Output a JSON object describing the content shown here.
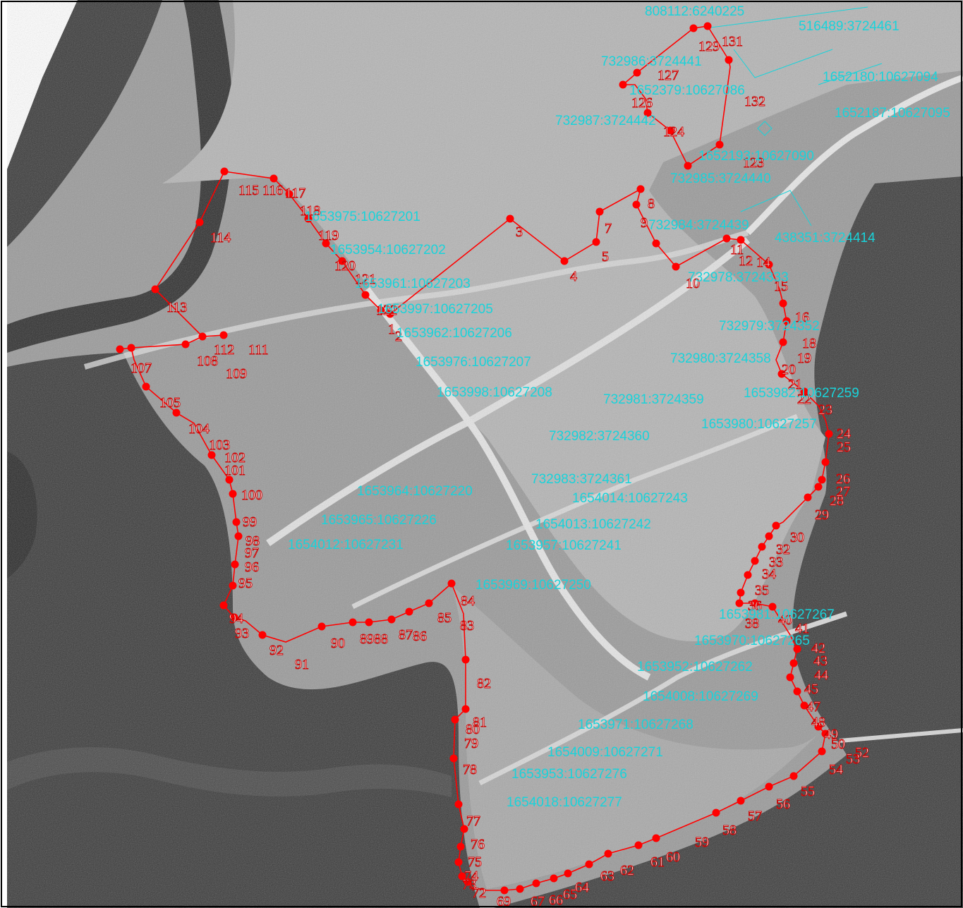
{
  "colors": {
    "boundary": "#ff0000",
    "vertex": "#ff0000",
    "vertex_label_fill": "#ffffff",
    "vertex_label_stroke": "#cc0000",
    "parcel_line": "#19d3da",
    "parcel_label": "#19d3da",
    "frame": "#000000"
  },
  "parcel_labels": [
    "808112:6240225",
    "516489:3724461",
    "732986:3724441",
    "1652180:10627094",
    "1652379:10627086",
    "1652187:10627095",
    "732987:3724442",
    "1652193:10627090",
    "732985:3724440",
    "1653975:10627201",
    "732984:3724439",
    "438351:3724414",
    "1653954:10627202",
    "732978:3724333",
    "1653961:10627203",
    "1653997:10627205",
    "1653962:10627206",
    "732979:3724352",
    "732980:3724358",
    "1653976:10627207",
    "1653998:10627208",
    "732981:3724359",
    "1653982:10627259",
    "1653980:10627257",
    "732982:3724360",
    "732983:3724361",
    "1653964:10627220",
    "1654014:10627243",
    "1653965:10627226",
    "1654013:10627242",
    "1654012:10627231",
    "1653957:10627241",
    "1653969:10627250",
    "1653981:10627267",
    "1653970:10627265",
    "1653952:10627262",
    "1654008:10627269",
    "1653971:10627268",
    "1654009:10627271",
    "1653953:10627276",
    "1654018:10627277"
  ],
  "vertex_labels": [
    "1",
    "2",
    "3",
    "4",
    "5",
    "7",
    "8",
    "9",
    "10",
    "11",
    "12",
    "14",
    "15",
    "16",
    "18",
    "19",
    "20",
    "21",
    "22",
    "23",
    "24",
    "25",
    "26",
    "27",
    "28",
    "29",
    "30",
    "32",
    "33",
    "34",
    "35",
    "36",
    "38",
    "40",
    "41",
    "42",
    "43",
    "44",
    "45",
    "47",
    "48",
    "49",
    "50",
    "52",
    "53",
    "54",
    "55",
    "56",
    "57",
    "58",
    "59",
    "60",
    "61",
    "62",
    "63",
    "64",
    "65",
    "66",
    "67",
    "69",
    "72",
    "73",
    "74",
    "75",
    "76",
    "77",
    "78",
    "79",
    "80",
    "81",
    "82",
    "83",
    "84",
    "85",
    "86",
    "87",
    "88",
    "89",
    "90",
    "91",
    "92",
    "93",
    "94",
    "95",
    "96",
    "97",
    "98",
    "99",
    "100",
    "101",
    "102",
    "103",
    "104",
    "105",
    "107",
    "108",
    "109",
    "111",
    "112",
    "113",
    "114",
    "115",
    "116",
    "117",
    "118",
    "119",
    "120",
    "121",
    "122",
    "123",
    "124",
    "126",
    "127",
    "129",
    "131",
    "132",
    "133"
  ]
}
